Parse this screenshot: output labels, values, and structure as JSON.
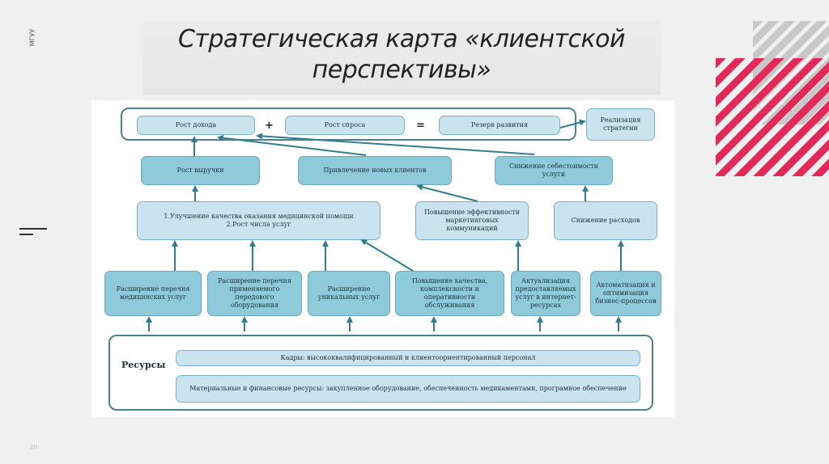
{
  "slide": {
    "brand": "МГУУ",
    "title_line1": "Стратегическая карта «клиентской",
    "title_line2": "перспективы»",
    "page_number": "20"
  },
  "diagram": {
    "top_row": {
      "revenue_growth": "Рост дохода",
      "plus": "+",
      "demand_growth": "Рост спроса",
      "equals": "=",
      "development_reserve": "Резерв развития",
      "strategy_implementation": "Реализация стратегии"
    },
    "level2": {
      "sales_growth": "Рост выручки",
      "new_clients": "Привлечение новых клиентов",
      "cost_reduction": "Снижение себестоимости услуги"
    },
    "level3": {
      "quality_and_services": "1.Улучшение  качества оказания медицинской помощи\n2.Рост числа услуг",
      "marketing_efficiency": "Повышение эффективности маркетинговых коммуникаций",
      "expense_reduction": "Снижение расходов"
    },
    "level4": [
      "Расширение перечня медицинских услуг",
      "Расширение перечня применяемого передового оборудования",
      "Расширение уникальных услуг",
      "Повышение качества, комплексности и оперативности обслуживания",
      "Актуализация предоставляемых услуг в интернет-ресурсах",
      "Автоматизация и оптимизация бизнес-процессов"
    ],
    "resources": {
      "label": "Ресурсы",
      "staff": "Кадры: высококвалифицированный и клиентоориентированный персонал",
      "material": "Материальные и финансовые ресурсы: закупленное оборудование, обеспеченность медикаментами, програмное обеспечение"
    }
  },
  "colors": {
    "accent_pink": "#e3295a",
    "arrow": "#2f7d8f",
    "box_dark": "#8fcadb",
    "box_light": "#c9e4ee"
  }
}
